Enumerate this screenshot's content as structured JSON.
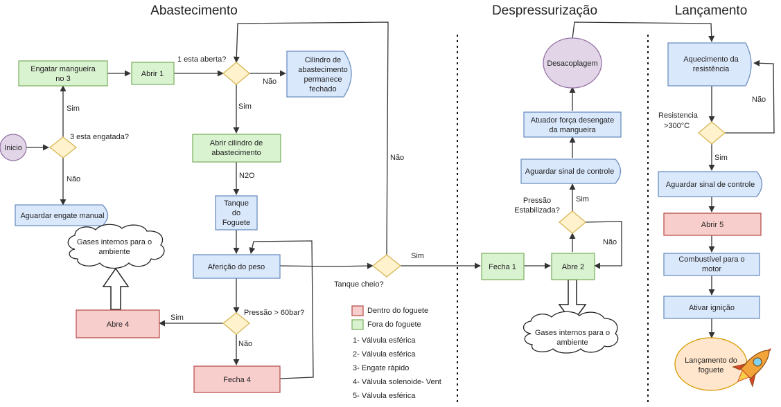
{
  "sections": {
    "abastecimento": "Abastecimento",
    "despressurizacao": "Despressurização",
    "lancamento": "Lançamento"
  },
  "nodes": {
    "inicio": "Inicio",
    "engatar_mangueira": [
      "Engatar mangueira",
      "no  3"
    ],
    "aguardar_engate_manual": "Aguardar engate manual",
    "abrir_1": "Abrir 1",
    "cilindro_fechado": [
      "Cilindro de",
      "abastecimento",
      "permanece",
      "fechado"
    ],
    "abrir_cilindro": [
      "Abrir cilindro de",
      "abastecimento"
    ],
    "tanque_foguete": [
      "Tanque",
      "do",
      "Foguete"
    ],
    "afericao_peso": "Aferição do peso",
    "gases_internos_1": [
      "Gases internos para o",
      "ambiente"
    ],
    "abre_4": "Abre 4",
    "fecha_4": "Fecha 4",
    "fecha_1": "Fecha 1",
    "abre_2": "Abre 2",
    "gases_internos_2": [
      "Gases internos para o",
      "ambiente"
    ],
    "aguardar_sinal_1": "Aguardar sinal de controle",
    "atuador": [
      "Atuador força desengate",
      "da mangueira"
    ],
    "desacoplagem": "Desacoplagem",
    "aquecimento": [
      "Aquecimento da",
      "resistência"
    ],
    "aguardar_sinal_2": "Aguardar sinal de controle",
    "abrir_5": "Abrir 5",
    "combustivel": [
      "Combustível para o",
      "motor"
    ],
    "ativar_ignicao": "Ativar ignição",
    "lancamento_foguete": [
      "Lançamento do",
      "foguete"
    ]
  },
  "labels": {
    "q3_engatada": "3 esta engatada?",
    "sim_1": "Sim",
    "nao_1": "Não",
    "q1_aberta": "1 esta aberta?",
    "nao_2": "Não",
    "sim_2": "Sim",
    "n2o": "N2O",
    "pressao_60": "Pressão > 60bar?",
    "sim_3": "Sim",
    "nao_3": "Não",
    "tanque_cheio": "Tanque cheio?",
    "sim_4": "Sim",
    "nao_4": "Não",
    "pressao_estab": [
      "Pressão",
      "Estabilizada?"
    ],
    "sim_5": "Sim",
    "nao_5": "Não",
    "resistencia": [
      "Resistencia",
      ">300°C"
    ],
    "sim_6": "Sim",
    "nao_6": "Não"
  },
  "legend": {
    "dentro": "Dentro do foguete",
    "fora": "Fora do foguete",
    "items": [
      "1- Válvula esférica",
      "2- Válvula esférica",
      "3- Engate rápido",
      "4- Válvula solenoide- Vent",
      "5- Válvula esférica"
    ]
  },
  "colors": {
    "green_fill": "#d9f2d0",
    "blue_fill": "#dae8fc",
    "red_fill": "#f8cecc",
    "diamond_fill": "#fff2cc",
    "purple_fill": "#e1d5e7",
    "orange_fill": "#ffe6cc"
  },
  "icons": {
    "rocket": "rocket-icon"
  }
}
